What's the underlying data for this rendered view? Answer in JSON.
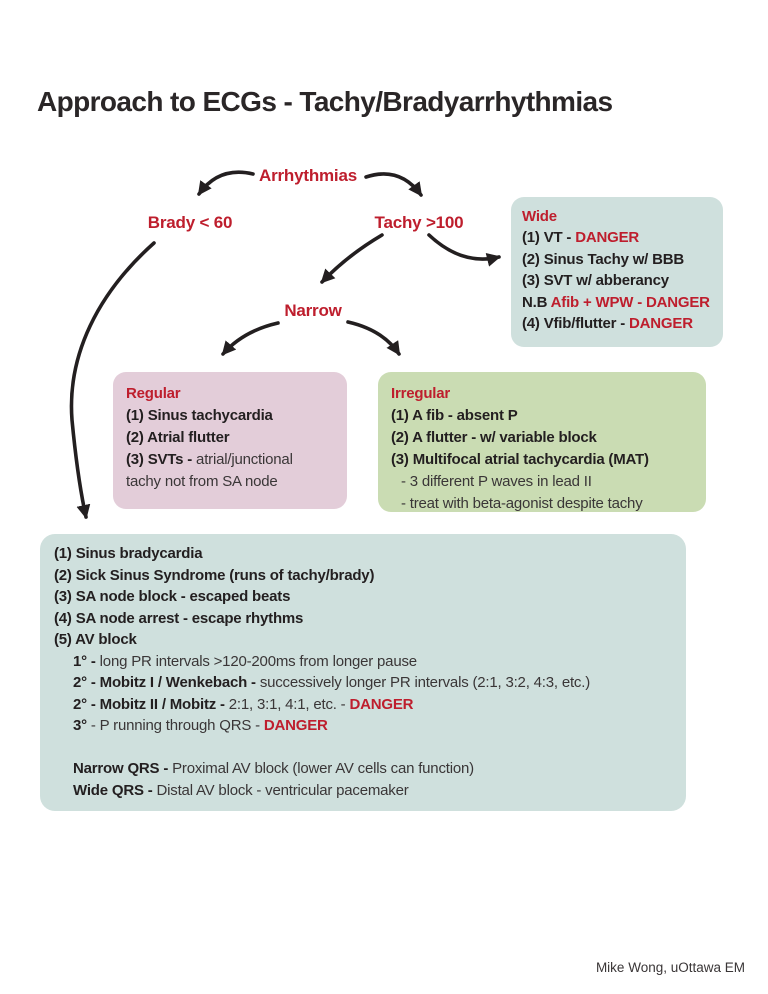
{
  "page": {
    "title": "Approach to ECGs - Tachy/Bradyarrhythmias",
    "credit": "Mike Wong, uOttawa EM"
  },
  "colors": {
    "accent_red": "#be1e2d",
    "ink": "#231f20",
    "teal_box": "#cfe0dd",
    "pink_box": "#e3cdd9",
    "green_box": "#cadcb3",
    "arrow": "#231f20"
  },
  "nodes": {
    "root": "Arrhythmias",
    "brady": "Brady < 60",
    "tachy": "Tachy >100",
    "narrow": "Narrow"
  },
  "boxes": {
    "wide": {
      "lines": [
        {
          "i": 0,
          "seg": [
            [
              "Wide",
              "rb"
            ]
          ]
        },
        {
          "i": 0,
          "seg": [
            [
              "(1) VT - ",
              "b"
            ],
            [
              "DANGER",
              "rb"
            ]
          ]
        },
        {
          "i": 0,
          "seg": [
            [
              "(2) Sinus Tachy w/ BBB",
              "b"
            ]
          ]
        },
        {
          "i": 0,
          "seg": [
            [
              "(3) SVT w/ abberancy",
              "b"
            ]
          ]
        },
        {
          "i": 0,
          "seg": [
            [
              "N.B ",
              "b"
            ],
            [
              "Afib + WPW - DANGER",
              "rb"
            ]
          ]
        },
        {
          "i": 0,
          "seg": [
            [
              "(4) Vfib/flutter - ",
              "b"
            ],
            [
              "DANGER",
              "rb"
            ]
          ]
        }
      ]
    },
    "regular": {
      "lines": [
        {
          "i": 0,
          "seg": [
            [
              "Regular",
              "rb"
            ]
          ]
        },
        {
          "i": 0,
          "seg": [
            [
              "(1) Sinus tachycardia",
              "b"
            ]
          ]
        },
        {
          "i": 0,
          "seg": [
            [
              "(2) Atrial flutter",
              "b"
            ]
          ]
        },
        {
          "i": 0,
          "seg": [
            [
              "(3) SVTs - ",
              "b"
            ],
            [
              "atrial/junctional",
              "n"
            ]
          ]
        },
        {
          "i": 0,
          "seg": [
            [
              "tachy not from SA node",
              "n"
            ]
          ]
        }
      ]
    },
    "irregular": {
      "lines": [
        {
          "i": 0,
          "seg": [
            [
              "Irregular",
              "rb"
            ]
          ]
        },
        {
          "i": 0,
          "seg": [
            [
              "(1) A fib - absent P",
              "b"
            ]
          ]
        },
        {
          "i": 0,
          "seg": [
            [
              "(2) A flutter - w/ variable block",
              "b"
            ]
          ]
        },
        {
          "i": 0,
          "seg": [
            [
              "(3) Multifocal atrial tachycardia (MAT)",
              "b"
            ]
          ]
        },
        {
          "i": 1,
          "seg": [
            [
              "- 3 different P waves in lead II",
              "n"
            ]
          ]
        },
        {
          "i": 1,
          "seg": [
            [
              "- treat with beta-agonist despite tachy",
              "n"
            ]
          ]
        }
      ]
    },
    "brady_ddx": {
      "lines": [
        {
          "i": 0,
          "seg": [
            [
              "(1) Sinus bradycardia",
              "b"
            ]
          ]
        },
        {
          "i": 0,
          "seg": [
            [
              "(2) Sick Sinus Syndrome (runs of tachy/brady)",
              "b"
            ]
          ]
        },
        {
          "i": 0,
          "seg": [
            [
              "(3) SA node block - escaped beats",
              "b"
            ]
          ]
        },
        {
          "i": 0,
          "seg": [
            [
              "(4) SA node arrest - escape rhythms",
              "b"
            ]
          ]
        },
        {
          "i": 0,
          "seg": [
            [
              "(5) AV block",
              "b"
            ]
          ]
        },
        {
          "i": 2,
          "seg": [
            [
              "1° - ",
              "b"
            ],
            [
              "long PR intervals >120-200ms from longer pause",
              "n"
            ]
          ]
        },
        {
          "i": 2,
          "seg": [
            [
              "2° - Mobitz I / Wenkebach - ",
              "b"
            ],
            [
              "successively longer PR intervals (2:1, 3:2, 4:3, etc.)",
              "n"
            ]
          ]
        },
        {
          "i": 2,
          "seg": [
            [
              "2° - Mobitz II / Mobitz - ",
              "b"
            ],
            [
              "2:1, 3:1, 4:1, etc. - ",
              "n"
            ],
            [
              "DANGER",
              "rb"
            ]
          ]
        },
        {
          "i": 2,
          "seg": [
            [
              "3°",
              "b"
            ],
            [
              " - P running through QRS - ",
              "n"
            ],
            [
              "DANGER",
              "rb"
            ]
          ]
        },
        {
          "i": 0,
          "seg": []
        },
        {
          "i": 2,
          "seg": [
            [
              "Narrow QRS - ",
              "b"
            ],
            [
              "Proximal AV block (lower AV cells can function)",
              "n"
            ]
          ]
        },
        {
          "i": 2,
          "seg": [
            [
              "Wide QRS - ",
              "b"
            ],
            [
              "Distal AV block - ventricular pacemaker",
              "n"
            ]
          ]
        }
      ]
    }
  }
}
